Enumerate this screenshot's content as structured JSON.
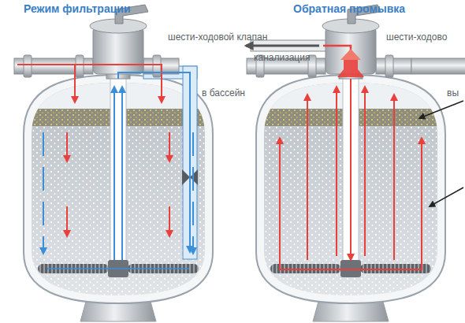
{
  "diagram": {
    "labels": [
      "Режим фильтрации",
      "шести-ходовой клапан",
      "в бассейн",
      "Обратная промывка",
      "шести-ходово",
      "канализация",
      "вы"
    ]
  }
}
